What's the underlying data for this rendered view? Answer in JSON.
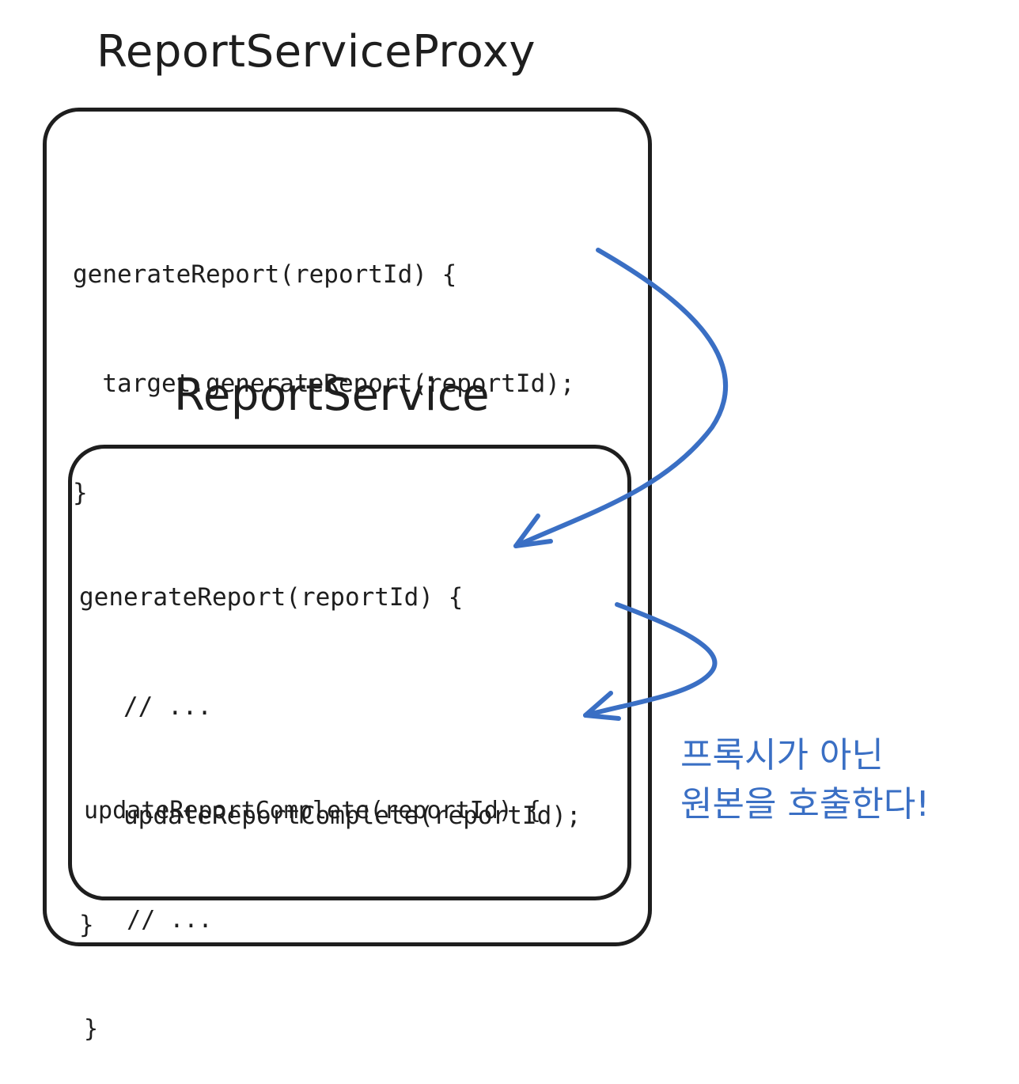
{
  "proxy": {
    "title": "ReportServiceProxy",
    "code": {
      "line1": "generateReport(reportId) {",
      "line2": "  target.generateReport(reportId);",
      "line3": "}"
    }
  },
  "service": {
    "title": "ReportService",
    "method1": {
      "line1": "generateReport(reportId) {",
      "line2": "   // ...",
      "line3": "   updateReportComplete(reportId);",
      "line4": "}"
    },
    "method2": {
      "line1": "updateReportComplete(reportId) {",
      "line2": "   // ...",
      "line3": "}"
    }
  },
  "annotation": {
    "line1": "프록시가 아닌",
    "line2": "원본을 호출한다!"
  },
  "colors": {
    "stroke": "#1e1e1e",
    "accent": "#3a6fc4"
  }
}
